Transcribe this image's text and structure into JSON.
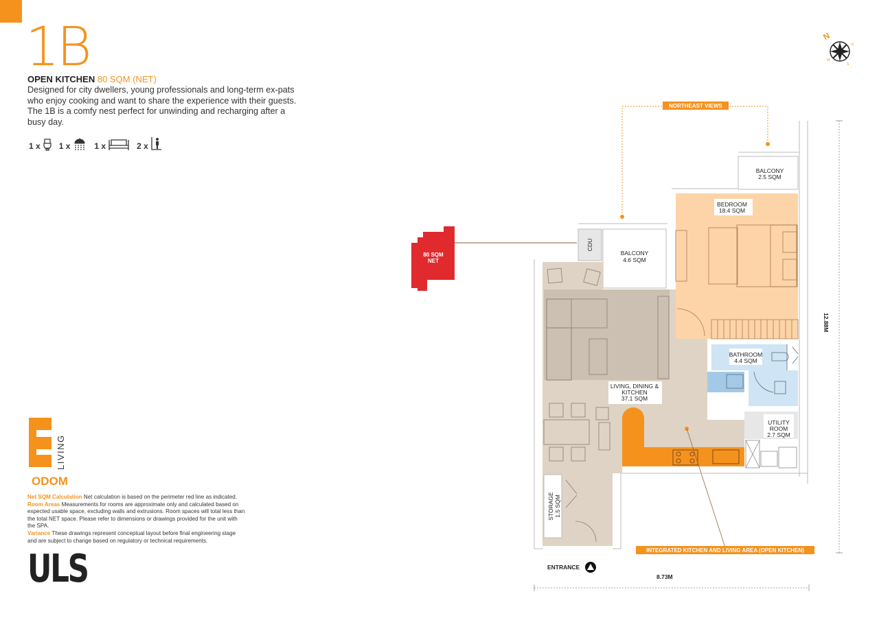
{
  "unit": {
    "code": "1B",
    "type_label": "OPEN KITCHEN",
    "area_label": "80 SQM (NET)",
    "description": "Designed for city dwellers, young professionals and long-term ex-pats who enjoy cooking and want to share the experience with their guests. The 1B is a comfy nest perfect for unwinding and recharging after a busy day."
  },
  "features": [
    {
      "count": "1 x",
      "icon": "toilet-icon"
    },
    {
      "count": "1 x",
      "icon": "shower-icon"
    },
    {
      "count": "1 x",
      "icon": "bed-icon"
    },
    {
      "count": "2 x",
      "icon": "person-icon"
    }
  ],
  "brand": {
    "odom_logo_text": "ODOM",
    "odom_logo_subtext": "LIVING",
    "uls_logo_text": "ULS"
  },
  "notes": [
    {
      "key": "Net SQM Calculation",
      "text": "Net calculation is based on the perimeter red line as indicated."
    },
    {
      "key": "Room Areas",
      "text": "Measurements for rooms are approximate only and calculated based on expected usable space, excluding walls and extrusions. Room spaces will total less than the total NET space. Please refer to dimensions or drawings provided for the unit with the SPA."
    },
    {
      "key": "Variance",
      "text": "These drawings represent conceptual layout before final engineering stage and are subject to change based on regulatory or technical requirements."
    }
  ],
  "plan": {
    "net_badge_line1": "80 SQM",
    "net_badge_line2": "NET",
    "northeast_views": "NORTHEAST VIEWS",
    "integrated_kitchen": "INTEGRATED KITCHEN AND LIVING AREA (OPEN KITCHEN)",
    "entrance": "ENTRANCE",
    "width_dim": "8.73M",
    "height_dim": "12.88M",
    "rooms": {
      "balcony_top": {
        "name": "BALCONY",
        "area": "2.5 SQM"
      },
      "bedroom": {
        "name": "BEDROOM",
        "area": "18.4 SQM"
      },
      "cdu": {
        "name": "CDU"
      },
      "balcony_left": {
        "name": "BALCONY",
        "area": "4.6 SQM"
      },
      "bathroom": {
        "name": "BATHROOM",
        "area": "4.4 SQM"
      },
      "living": {
        "name1": "LIVING, DINING &",
        "name2": "KITCHEN",
        "area": "37.1 SQM"
      },
      "utility": {
        "name1": "UTILITY",
        "name2": "ROOM",
        "area": "2.7 SQM"
      },
      "storage": {
        "name": "STORAGE",
        "area": "1.5 SQM"
      }
    }
  },
  "colors": {
    "accent_orange": "#f5921e",
    "bedroom_fill": "#fdd4a8",
    "living_fill": "#dfd3c5",
    "bathroom_fill": "#cfe4f4",
    "net_badge_red": "#e02a2e"
  }
}
